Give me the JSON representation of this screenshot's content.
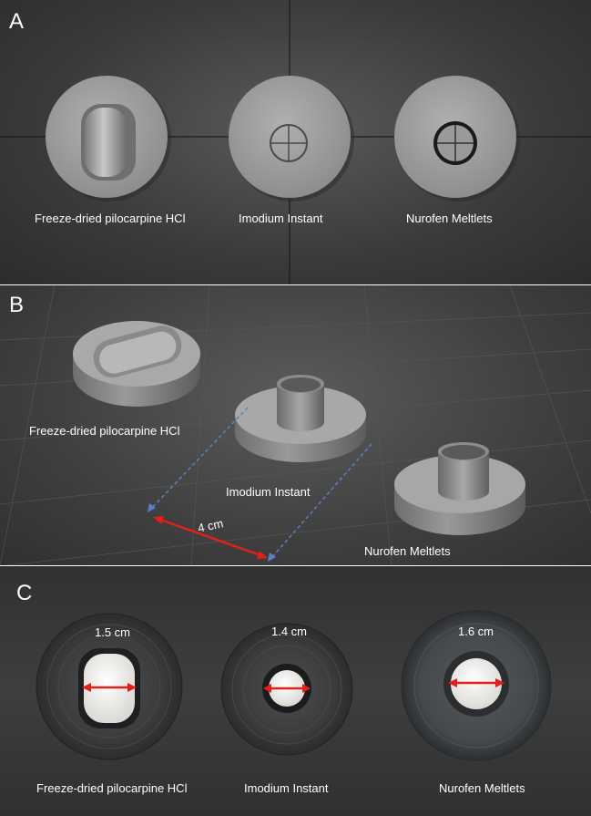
{
  "panels": {
    "a": {
      "label": "A",
      "captions": [
        "Freeze-dried pilocarpine HCl",
        "Imodium Instant",
        "Nurofen Meltlets"
      ]
    },
    "b": {
      "label": "B",
      "captions": [
        "Freeze-dried pilocarpine HCl",
        "Imodium Instant",
        "Nurofen Meltlets"
      ],
      "dimension": "4 cm"
    },
    "c": {
      "label": "C",
      "captions": [
        "Freeze-dried pilocarpine HCl",
        "Imodium Instant",
        "Nurofen Meltlets"
      ],
      "measurements": [
        "1.5 cm",
        "1.4 cm",
        "1.6 cm"
      ]
    }
  },
  "colors": {
    "arrow_red": "#e0201b",
    "guide_blue": "#5b7fc4",
    "model_grey": "#9c9c9c"
  }
}
